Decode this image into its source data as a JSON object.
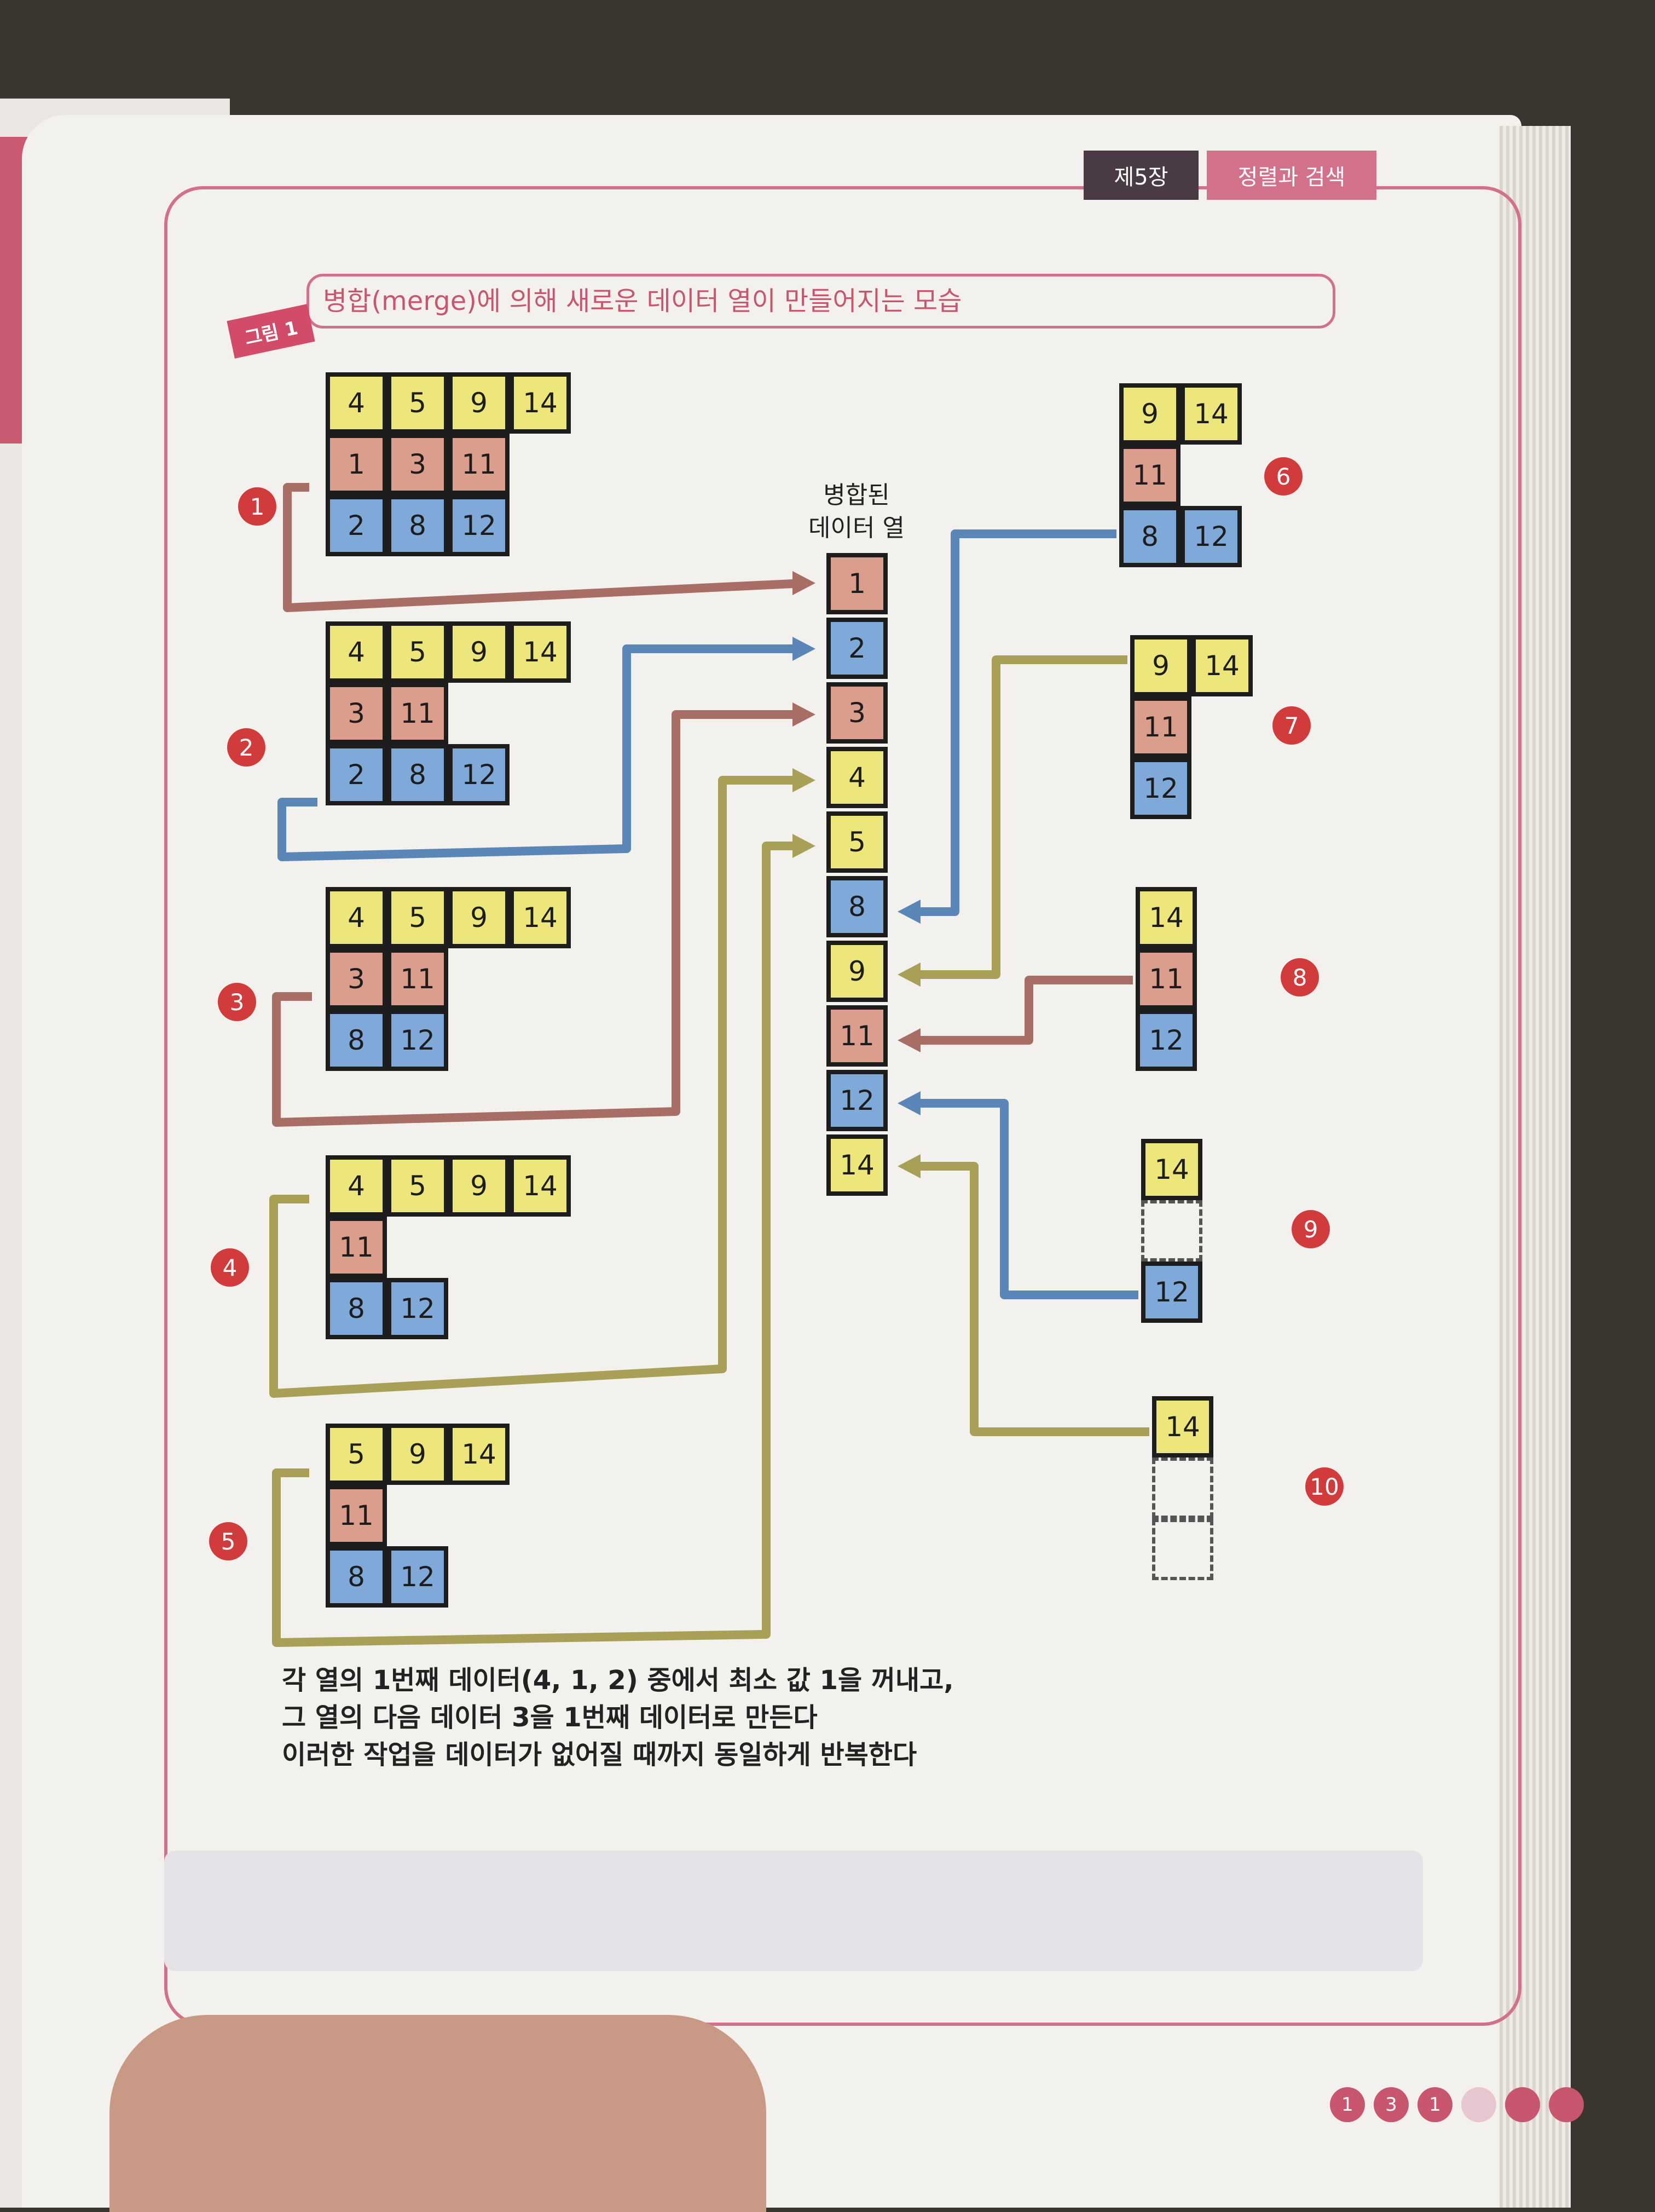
{
  "header": {
    "chapter": "제5장",
    "chapter_title": "정렬과 검색"
  },
  "figure": {
    "badge": "그림 1",
    "caption": "병합(merge)에 의해 새로운 데이터 열이 만들어지는 모습",
    "merged_label": [
      "병합된",
      "데이터 열"
    ],
    "merged_column": [
      "1",
      "2",
      "3",
      "4",
      "5",
      "8",
      "9",
      "11",
      "12",
      "14"
    ],
    "steps": [
      {
        "label": "1",
        "rows": [
          [
            "4",
            "5",
            "9",
            "14"
          ],
          [
            "1",
            "3",
            "11"
          ],
          [
            "2",
            "8",
            "12"
          ]
        ]
      },
      {
        "label": "2",
        "rows": [
          [
            "4",
            "5",
            "9",
            "14"
          ],
          [
            "3",
            "11"
          ],
          [
            "2",
            "8",
            "12"
          ]
        ]
      },
      {
        "label": "3",
        "rows": [
          [
            "4",
            "5",
            "9",
            "14"
          ],
          [
            "3",
            "11"
          ],
          [
            "8",
            "12"
          ]
        ]
      },
      {
        "label": "4",
        "rows": [
          [
            "4",
            "5",
            "9",
            "14"
          ],
          [
            "11"
          ],
          [
            "8",
            "12"
          ]
        ]
      },
      {
        "label": "5",
        "rows": [
          [
            "5",
            "9",
            "14"
          ],
          [
            "11"
          ],
          [
            "8",
            "12"
          ]
        ]
      },
      {
        "label": "6",
        "rows": [
          [
            "9",
            "14"
          ],
          [
            "11"
          ],
          [
            "8",
            "12"
          ]
        ]
      },
      {
        "label": "7",
        "rows": [
          [
            "9",
            "14"
          ],
          [
            "11"
          ],
          [
            "12"
          ]
        ]
      },
      {
        "label": "8",
        "rows": [
          [
            "14"
          ],
          [
            "11"
          ],
          [
            "12"
          ]
        ]
      },
      {
        "label": "9",
        "rows": [
          [
            "14"
          ],
          [],
          [
            "12"
          ]
        ]
      },
      {
        "label": "10",
        "rows": [
          [
            "14"
          ],
          [],
          []
        ]
      }
    ],
    "note": [
      "각 열의 1번째 데이터(4, 1, 2) 중에서 최소 값 1을 꺼내고,",
      "그 열의 다음 데이터 3을 1번째 데이터로 만든다",
      "이러한 작업을 데이터가 없어질 때까지 동일하게 반복한다"
    ]
  },
  "page_markers": [
    "1",
    "3",
    "1",
    "",
    "",
    ""
  ],
  "colors": {
    "yellow": "#ede67a",
    "red": "#dc9e8c",
    "blue": "#7fa9d8",
    "accent": "#d2718a",
    "step_badge": "#d23b3b",
    "arrow_red": "#a86e66",
    "arrow_blue": "#5a86b8",
    "arrow_olive": "#a8a056"
  }
}
